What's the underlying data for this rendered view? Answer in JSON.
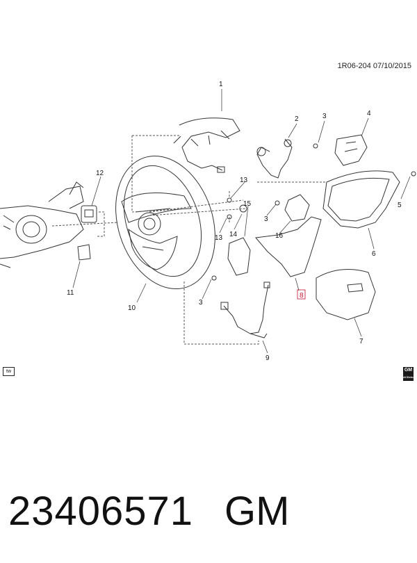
{
  "header": {
    "reference": "1R06-204  07/10/2015"
  },
  "callouts": [
    {
      "id": "1",
      "text": "1"
    },
    {
      "id": "2",
      "text": "2"
    },
    {
      "id": "3a",
      "text": "3"
    },
    {
      "id": "4",
      "text": "4"
    },
    {
      "id": "5",
      "text": "5"
    },
    {
      "id": "6",
      "text": "6"
    },
    {
      "id": "7",
      "text": "7"
    },
    {
      "id": "8",
      "text": "8",
      "highlight": true
    },
    {
      "id": "9",
      "text": "9"
    },
    {
      "id": "10",
      "text": "10"
    },
    {
      "id": "11",
      "text": "11"
    },
    {
      "id": "12",
      "text": "12"
    },
    {
      "id": "13a",
      "text": "13"
    },
    {
      "id": "13b",
      "text": "13"
    },
    {
      "id": "14",
      "text": "14"
    },
    {
      "id": "15",
      "text": "15"
    },
    {
      "id": "16",
      "text": "16"
    },
    {
      "id": "3b",
      "text": "3"
    },
    {
      "id": "3c",
      "text": "3"
    }
  ],
  "badges": {
    "tw": "tw",
    "gm_logo_top": "GM",
    "gm_logo_bottom": "ACDelco"
  },
  "footer": {
    "part_number": "23406571",
    "brand": "GM"
  },
  "colors": {
    "line": "#333333",
    "highlight": "#c8102e"
  }
}
